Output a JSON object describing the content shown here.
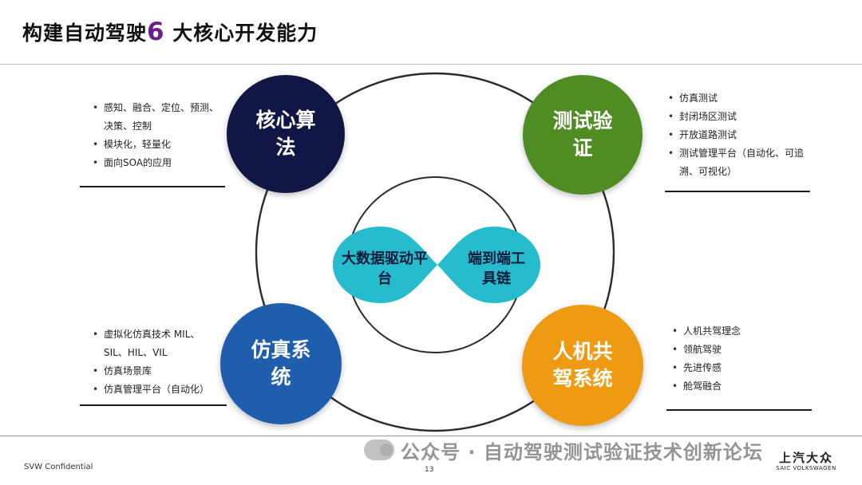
{
  "slide": {
    "title_prefix": "构建自动驾驶",
    "title_number": "6",
    "title_suffix": " 大核心开发能力"
  },
  "nodes": {
    "algorithm": {
      "label": "核心算法",
      "color": "#121645",
      "bullets": [
        "感知、融合、定位、预测、决策、控制",
        "模块化，轻量化",
        "面向SOA的应用"
      ]
    },
    "testing": {
      "label": "测试验证",
      "color": "#4f8c23",
      "bullets": [
        "仿真测试",
        "封闭场区测试",
        "开放道路测试",
        "测试管理平台（自动化、可追溯、可视化）"
      ]
    },
    "simulation": {
      "label": "仿真系统",
      "color": "#1f5dad",
      "bullets": [
        "虚拟化仿真技术 MIL、SIL、HIL、VIL",
        "仿真场景库",
        "仿真管理平台（自动化）"
      ]
    },
    "hmi": {
      "label": "人机共驾系统",
      "color": "#ee9b13",
      "bullets": [
        "人机共驾理念",
        "领航驾驶",
        "先进传感",
        "舱驾融合"
      ]
    }
  },
  "center": {
    "left_label": "大数据驱动平台",
    "right_label": "端到端工具链",
    "color": "#27bccd"
  },
  "footer": {
    "confidential": "SVW  Confidential",
    "page_number": "13",
    "watermark": "公众号 · 自动驾驶测试验证技术创新论坛",
    "logo_cn": "上汽大众",
    "logo_en": "SAIC VOLKSWAGEN"
  }
}
